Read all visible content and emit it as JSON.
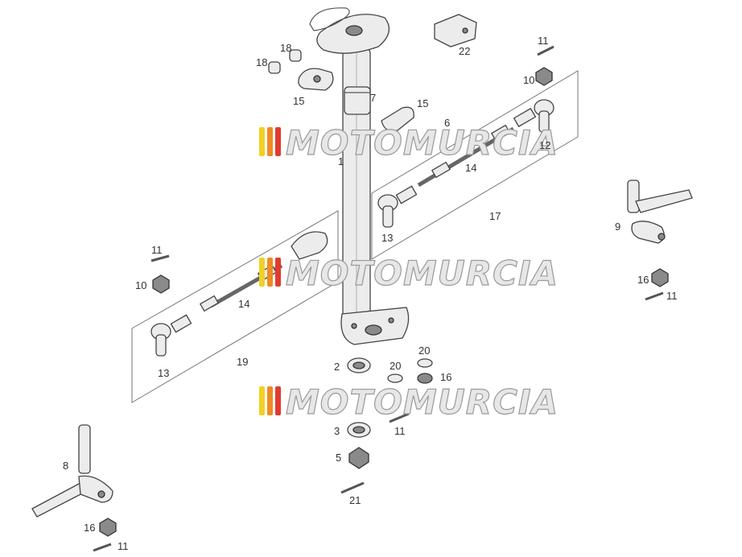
{
  "watermark": {
    "text": "MOTOMURCIA",
    "stripe_colors": [
      "#f2d024",
      "#f08a24",
      "#e23b2e"
    ],
    "text_color": "#e7e7e7",
    "outline_color": "#9a9a9a"
  },
  "labels": [
    {
      "id": "l18a",
      "text": "18"
    },
    {
      "id": "l18b",
      "text": "18"
    },
    {
      "id": "l15a",
      "text": "15"
    },
    {
      "id": "l7",
      "text": "7"
    },
    {
      "id": "l15b",
      "text": "15"
    },
    {
      "id": "l6",
      "text": "6"
    },
    {
      "id": "l1",
      "text": "1"
    },
    {
      "id": "l22",
      "text": "22"
    },
    {
      "id": "l11a",
      "text": "11"
    },
    {
      "id": "l10a",
      "text": "10"
    },
    {
      "id": "l12",
      "text": "12"
    },
    {
      "id": "l14a",
      "text": "14"
    },
    {
      "id": "l17",
      "text": "17"
    },
    {
      "id": "l13a",
      "text": "13"
    },
    {
      "id": "l9",
      "text": "9"
    },
    {
      "id": "l16a",
      "text": "16"
    },
    {
      "id": "l11b",
      "text": "11"
    },
    {
      "id": "l11c",
      "text": "11"
    },
    {
      "id": "l10b",
      "text": "10"
    },
    {
      "id": "l14b",
      "text": "14"
    },
    {
      "id": "l13b",
      "text": "13"
    },
    {
      "id": "l19",
      "text": "19"
    },
    {
      "id": "l2",
      "text": "2"
    },
    {
      "id": "l20a",
      "text": "20"
    },
    {
      "id": "l20b",
      "text": "20"
    },
    {
      "id": "l16b",
      "text": "16"
    },
    {
      "id": "l11d",
      "text": "11"
    },
    {
      "id": "l3",
      "text": "3"
    },
    {
      "id": "l5",
      "text": "5"
    },
    {
      "id": "l21",
      "text": "21"
    },
    {
      "id": "l8",
      "text": "8"
    },
    {
      "id": "l16c",
      "text": "16"
    },
    {
      "id": "l11e",
      "text": "11"
    }
  ]
}
